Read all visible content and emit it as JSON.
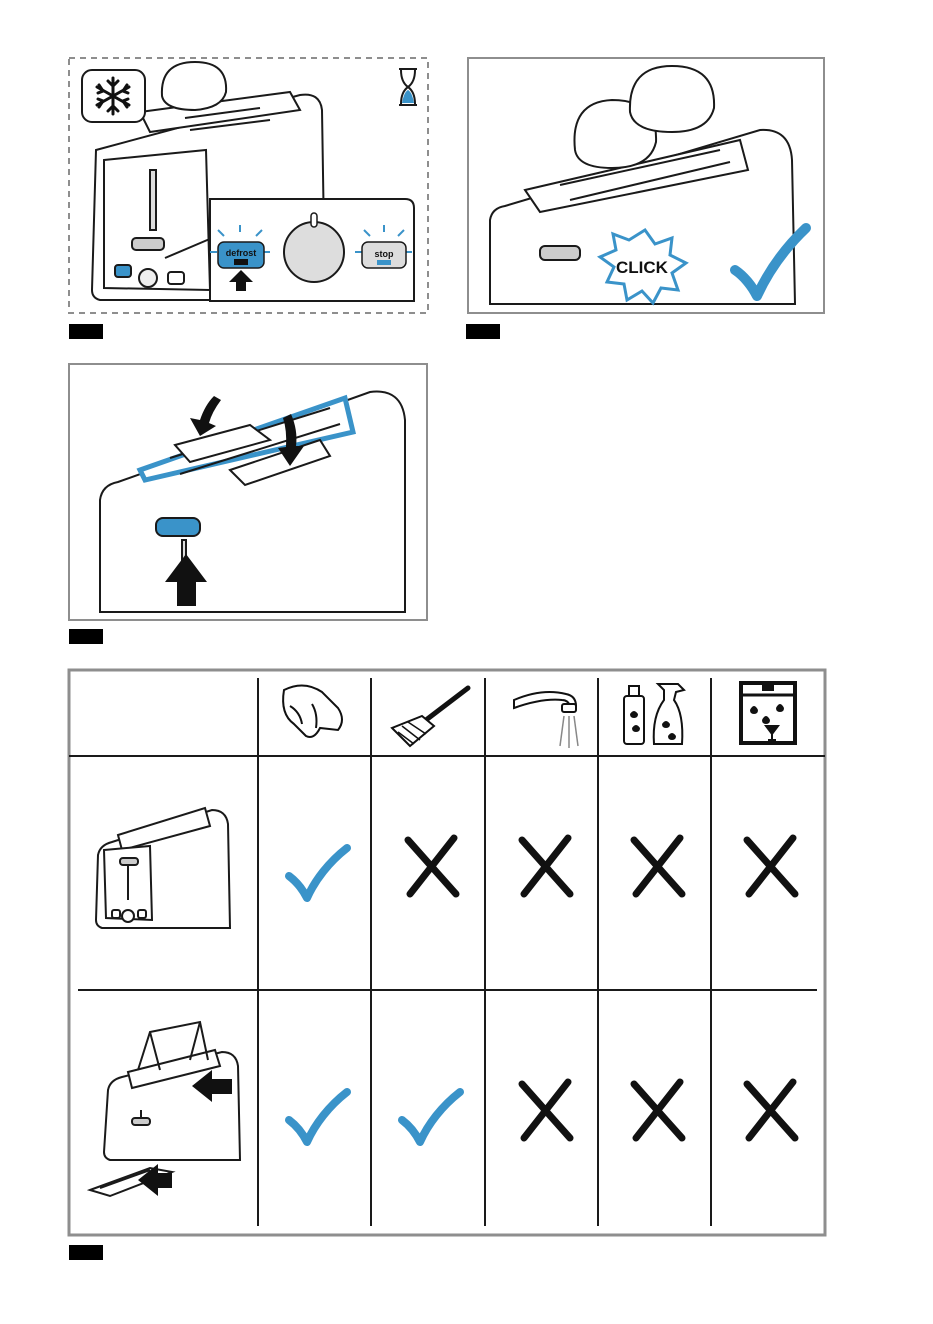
{
  "figures": {
    "defrost": {
      "buttons": {
        "defrost_label": "defrost",
        "stop_label": "stop"
      },
      "icons": [
        "snowflake-icon",
        "hourglass-icon",
        "up-arrow-icon"
      ]
    },
    "pop_up": {
      "click_label": "CLICK",
      "icons": [
        "checkmark-icon"
      ]
    },
    "lift": {
      "icons": [
        "down-arrow-icon",
        "up-arrow-icon"
      ]
    }
  },
  "cleaning_table": {
    "columns": [
      "cloth-icon",
      "brush-icon",
      "water-tap-icon",
      "spray-cleaner-icon",
      "dishwasher-icon"
    ],
    "rows": [
      {
        "item": "toaster-housing",
        "marks": [
          "check",
          "cross",
          "cross",
          "cross",
          "cross"
        ]
      },
      {
        "item": "bun-rack-and-crumb-tray",
        "marks": [
          "check",
          "check",
          "cross",
          "cross",
          "cross"
        ]
      }
    ]
  },
  "colors": {
    "accent_blue": "#3a93c9",
    "line": "#1a1a1a",
    "frame_gray": "#8e8e8e"
  }
}
